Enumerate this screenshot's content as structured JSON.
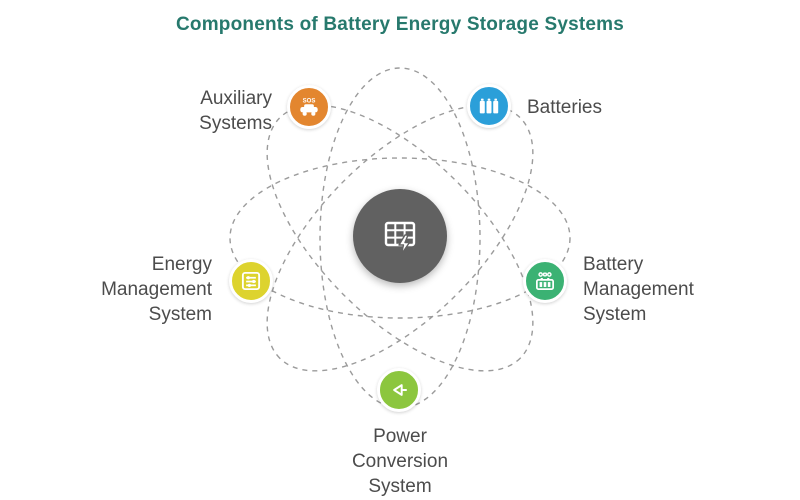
{
  "title": "Components of Battery Energy Storage Systems",
  "colors": {
    "title": "#27796d",
    "label": "#4c4c4c",
    "orbit": "#9b9b9b",
    "center_node": "#616161"
  },
  "center": {
    "icon": "battery-rack-bolt-icon"
  },
  "nodes": [
    {
      "id": "auxiliary-systems",
      "label": "Auxiliary Systems",
      "color": "#e3862f",
      "icon": "sos-vehicle-icon"
    },
    {
      "id": "batteries",
      "label": "Batteries",
      "color": "#2b9fd9",
      "icon": "battery-cells-icon"
    },
    {
      "id": "energy-management-system",
      "label": "Energy Management System",
      "color": "#ddd32e",
      "icon": "control-panel-icon"
    },
    {
      "id": "battery-management-system",
      "label": "Battery Management System",
      "color": "#3bb273",
      "icon": "battery-monitor-icon"
    },
    {
      "id": "power-conversion-system",
      "label": "Power Conversion System",
      "color": "#8cc63e",
      "icon": "power-converter-icon"
    }
  ]
}
